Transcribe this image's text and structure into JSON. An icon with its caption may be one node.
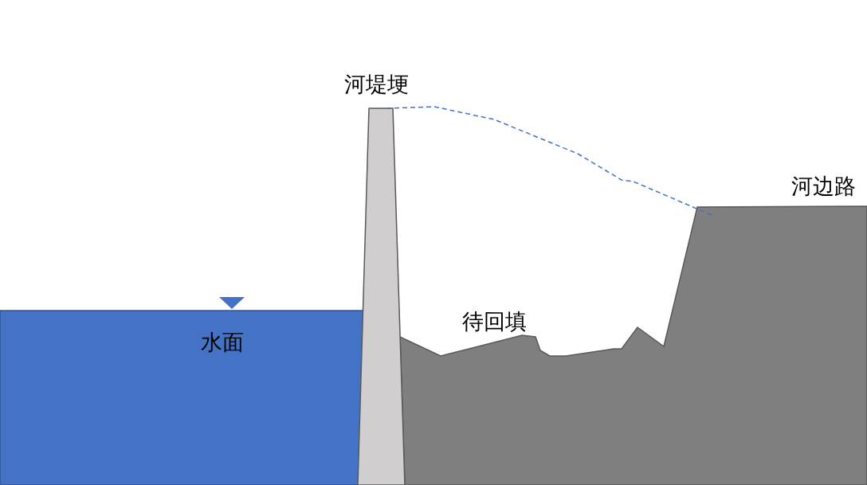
{
  "diagram": {
    "labels": [
      "河堤埂",
      "河边路",
      "待回填",
      "水面"
    ]
  }
}
